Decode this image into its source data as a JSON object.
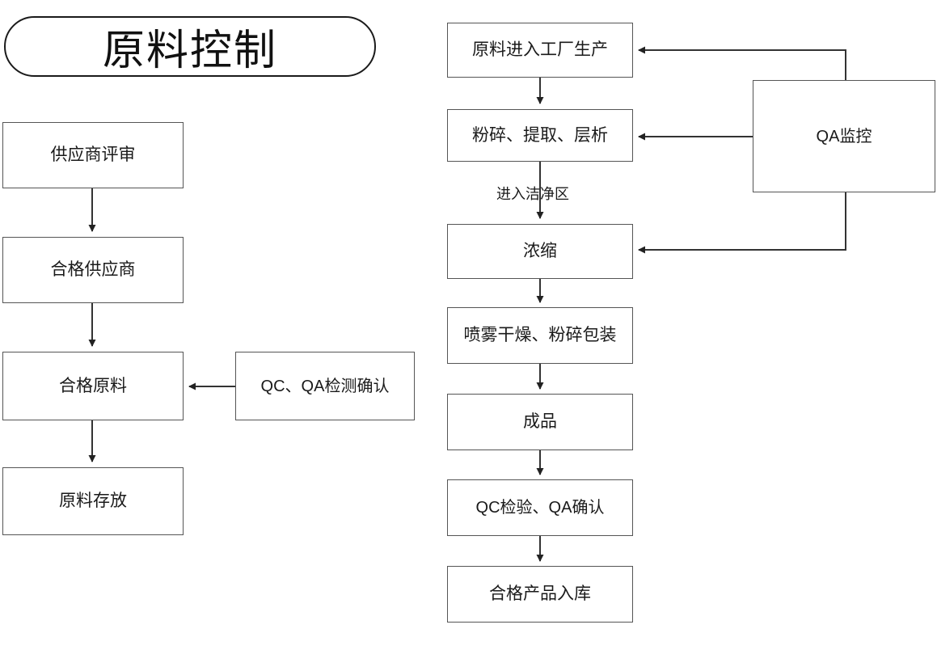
{
  "diagram": {
    "title_pill": {
      "label": "原料控制"
    },
    "left_column": {
      "nodes": [
        {
          "label": "供应商评审"
        },
        {
          "label": "合格供应商"
        },
        {
          "label": "合格原料"
        },
        {
          "label": "原料存放"
        }
      ],
      "side_node": {
        "label": "QC、QA检测确认"
      }
    },
    "right_column": {
      "nodes": [
        {
          "label": "原料进入工厂生产"
        },
        {
          "label": "粉碎、提取、层析"
        },
        {
          "label": "浓缩"
        },
        {
          "label": "喷雾干燥、粉碎包装"
        },
        {
          "label": "成品"
        },
        {
          "label": "QC检验、QA确认"
        },
        {
          "label": "合格产品入库"
        }
      ],
      "edge_labels": [
        {
          "label": "进入洁净区"
        }
      ],
      "monitor_node": {
        "label": "QA监控"
      }
    },
    "colors": {
      "box_border": "#555555",
      "pill_border": "#1a1a1a",
      "line": "#333333",
      "text": "#1a1a1a",
      "background": "#ffffff"
    }
  }
}
